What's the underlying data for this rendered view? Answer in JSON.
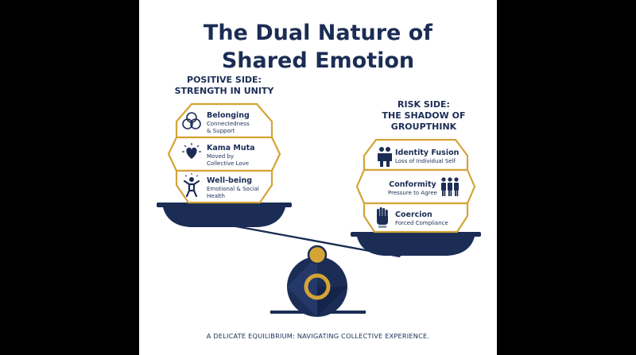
{
  "title_line1": "The Dual Nature of",
  "title_line2": "Shared Emotion",
  "positive": {
    "heading_line1": "POSITIVE SIDE:",
    "heading_line2": "STRENGTH IN UNITY",
    "blocks": [
      {
        "name": "Belonging",
        "desc_line1": "Connectedness",
        "desc_line2": "& Support",
        "icon": "three-circles-icon"
      },
      {
        "name": "Kama Muta",
        "desc_line1": "Moved by",
        "desc_line2": "Collective Love",
        "icon": "radiant-heart-icon"
      },
      {
        "name": "Well-being",
        "desc_line1": "Emotional & Social",
        "desc_line2": "Health",
        "icon": "joyful-person-icon"
      }
    ]
  },
  "risk": {
    "heading_line1": "RISK SIDE:",
    "heading_line2": "THE SHADOW OF",
    "heading_line3": "GROUPTHINK",
    "blocks": [
      {
        "name": "Identity Fusion",
        "desc": "Loss of Individual Self",
        "icon": "fused-people-icon"
      },
      {
        "name": "Conformity",
        "desc": "Pressure to Agree",
        "icon": "three-people-icon"
      },
      {
        "name": "Coercion",
        "desc": "Forced Compliance",
        "icon": "raised-hand-icon"
      }
    ]
  },
  "footer": "A DELICATE EQUILIBRIUM: NAVIGATING COLLECTIVE EXPERIENCE.",
  "colors": {
    "navy": "#1b2d55",
    "gold": "#d4a437",
    "background": "#ffffff",
    "frame": "#000000"
  }
}
